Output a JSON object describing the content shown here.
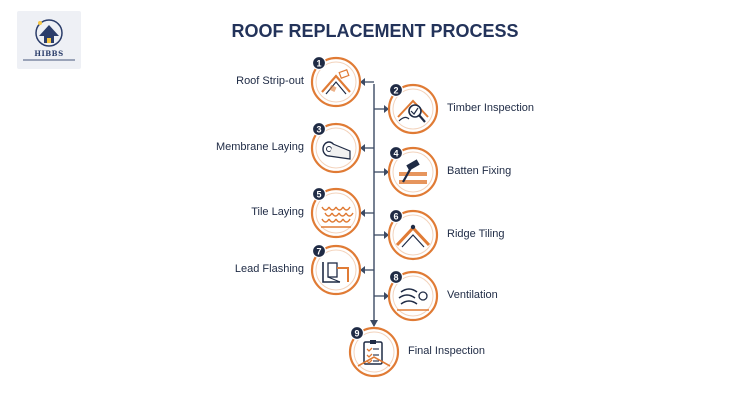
{
  "logo": {
    "name": "HIBBS"
  },
  "title": "ROOF REPLACEMENT PROCESS",
  "colors": {
    "navy": "#1f2b45",
    "orange": "#e07b35",
    "line": "#3c4a63"
  },
  "steps": [
    {
      "number": "1",
      "label": "Roof Strip-out",
      "side": "left",
      "icon": "roof-strip-icon"
    },
    {
      "number": "2",
      "label": "Timber Inspection",
      "side": "right",
      "icon": "magnifier-inspection-icon"
    },
    {
      "number": "3",
      "label": "Membrane Laying",
      "side": "left",
      "icon": "membrane-roll-icon"
    },
    {
      "number": "4",
      "label": "Batten Fixing",
      "side": "right",
      "icon": "hammer-batten-icon"
    },
    {
      "number": "5",
      "label": "Tile Laying",
      "side": "left",
      "icon": "tiles-icon"
    },
    {
      "number": "6",
      "label": "Ridge Tiling",
      "side": "right",
      "icon": "ridge-roof-icon"
    },
    {
      "number": "7",
      "label": "Lead Flashing",
      "side": "left",
      "icon": "flashing-icon"
    },
    {
      "number": "8",
      "label": "Ventilation",
      "side": "right",
      "icon": "ventilation-icon"
    },
    {
      "number": "9",
      "label": "Final Inspection",
      "side": "center",
      "icon": "checklist-icon"
    }
  ]
}
